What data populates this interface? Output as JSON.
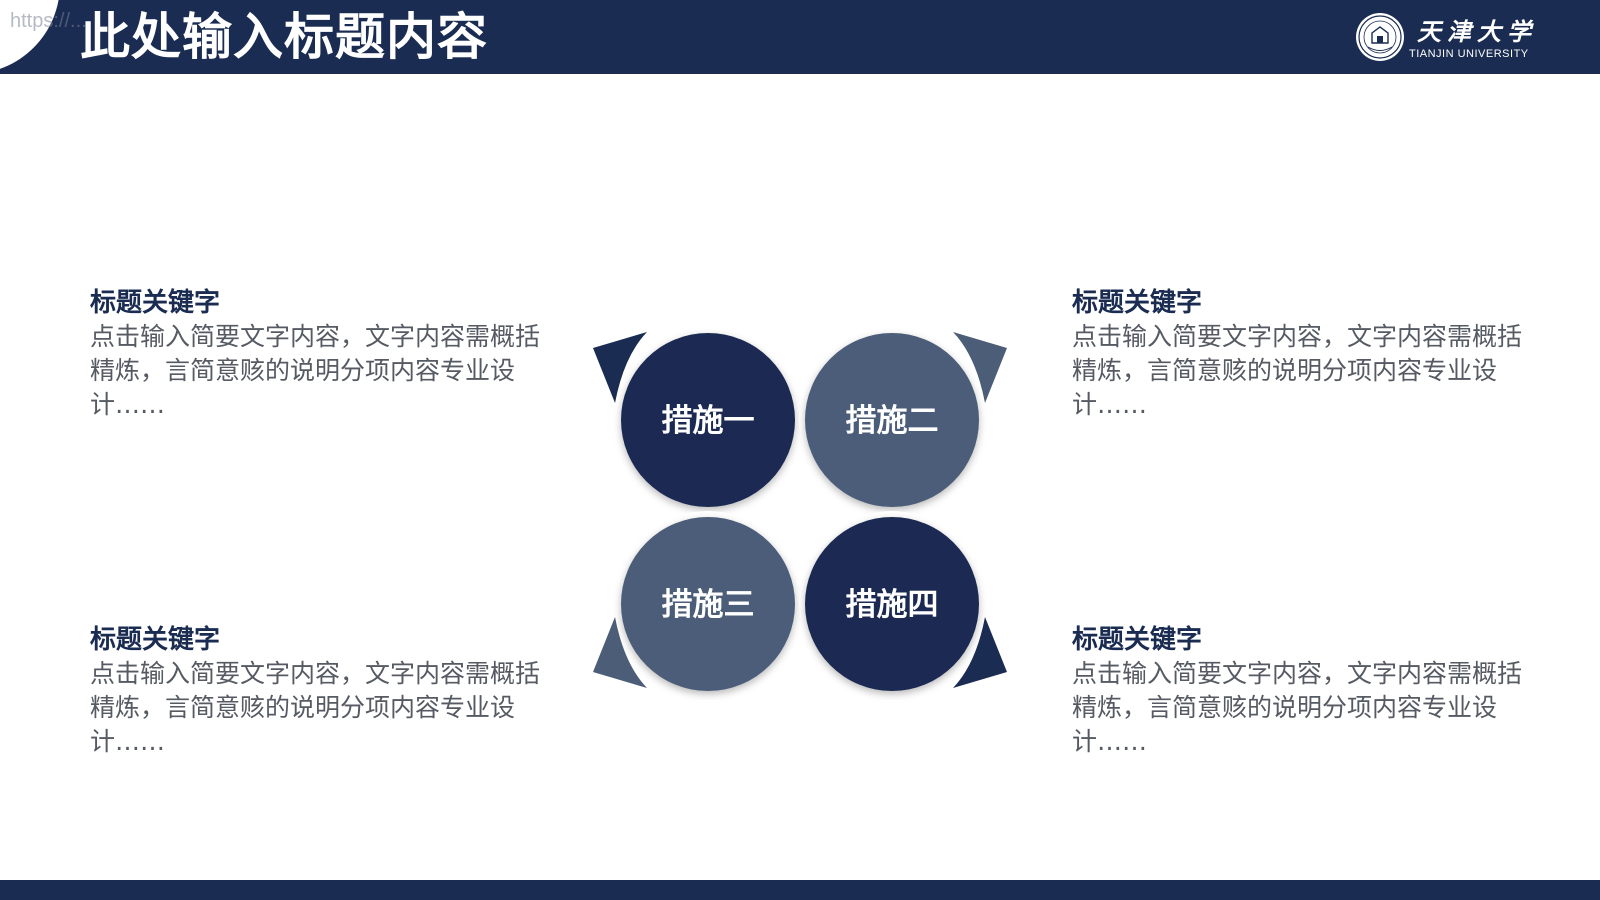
{
  "header": {
    "title": "此处输入标题内容",
    "watermark": "https://...",
    "logo": {
      "name": "天津大学",
      "english": "TIANJIN UNIVERSITY"
    }
  },
  "blocks": [
    {
      "title": "标题关键字",
      "text": "点击输入简要文字内容，文字内容需概括精炼，言简意赅的说明分项内容专业设计……"
    },
    {
      "title": "标题关键字",
      "text": "点击输入简要文字内容，文字内容需概括精炼，言简意赅的说明分项内容专业设计……"
    },
    {
      "title": "标题关键字",
      "text": "点击输入简要文字内容，文字内容需概括精炼，言简意赅的说明分项内容专业设计……"
    },
    {
      "title": "标题关键字",
      "text": "点击输入简要文字内容，文字内容需概括精炼，言简意赅的说明分项内容专业设计……"
    }
  ],
  "measures": [
    {
      "label": "措施一",
      "color": "#1b2c52"
    },
    {
      "label": "措施二",
      "color": "#4c5d78"
    },
    {
      "label": "措施三",
      "color": "#4c5d78"
    },
    {
      "label": "措施四",
      "color": "#1b2c52"
    }
  ],
  "colors": {
    "primary": "#1b2c52",
    "secondary": "#4c5d78",
    "body_text": "#555a63"
  }
}
